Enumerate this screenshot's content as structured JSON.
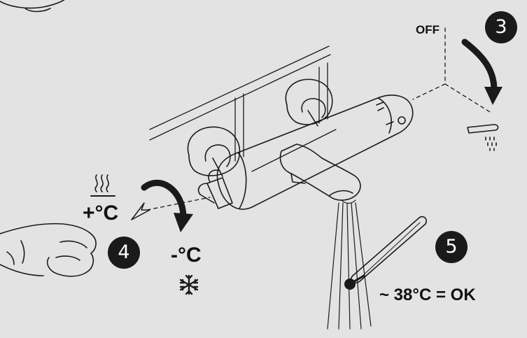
{
  "steps": {
    "three": "3",
    "four": "4",
    "five": "5"
  },
  "labels": {
    "off": "OFF",
    "warmer": "+°C",
    "colder": "-°C",
    "temperature_ok": "~ 38°C = OK"
  },
  "icons": {
    "heat": "heat-waves-icon",
    "cold": "snowflake-icon"
  },
  "colors": {
    "background": "#e3e3e3",
    "line": "#1a1a1a",
    "badge": "#1a1a1a",
    "badge_text": "#ffffff"
  }
}
